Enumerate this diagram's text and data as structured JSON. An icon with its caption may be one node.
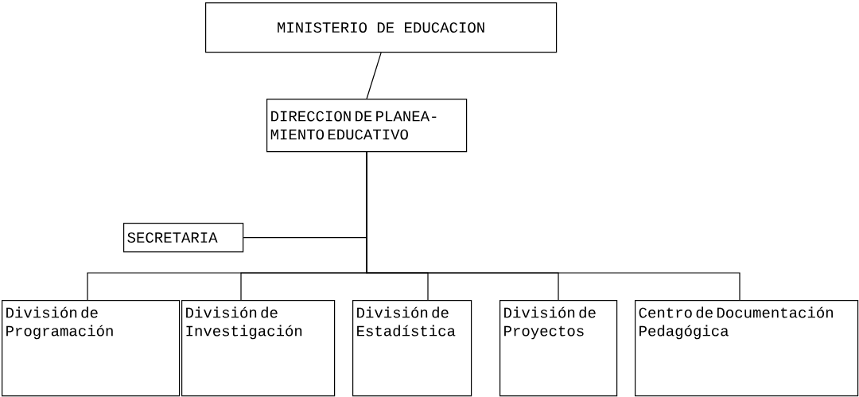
{
  "diagram": {
    "nodes": [
      {
        "text": [
          "MINISTERIO DE EDUCACION"
        ]
      },
      {
        "text": [
          "DIRECCION DE PLANEA- MIENTO EDUCATIVO"
        ]
      },
      {
        "text": [
          "SECRETARIA"
        ]
      },
      {
        "text": [
          "División de Programación"
        ]
      },
      {
        "text": [
          "División de Investigación"
        ]
      },
      {
        "text": [
          "División de Estadística"
        ]
      },
      {
        "text": [
          "División de Proyectos"
        ]
      },
      {
        "text": [
          "Centro de Documentación Pedagógica"
        ]
      }
    ],
    "edges": [
      {
        "from": 0,
        "to": 1,
        "arrow": "none"
      },
      {
        "from": 1,
        "to": 2,
        "arrow": "none"
      },
      {
        "from": 1,
        "to": 3,
        "arrow": "none"
      },
      {
        "from": 1,
        "to": 4,
        "arrow": "none"
      },
      {
        "from": 1,
        "to": 5,
        "arrow": "none"
      },
      {
        "from": 1,
        "to": 6,
        "arrow": "none"
      },
      {
        "from": 1,
        "to": 7,
        "arrow": "none"
      }
    ]
  }
}
